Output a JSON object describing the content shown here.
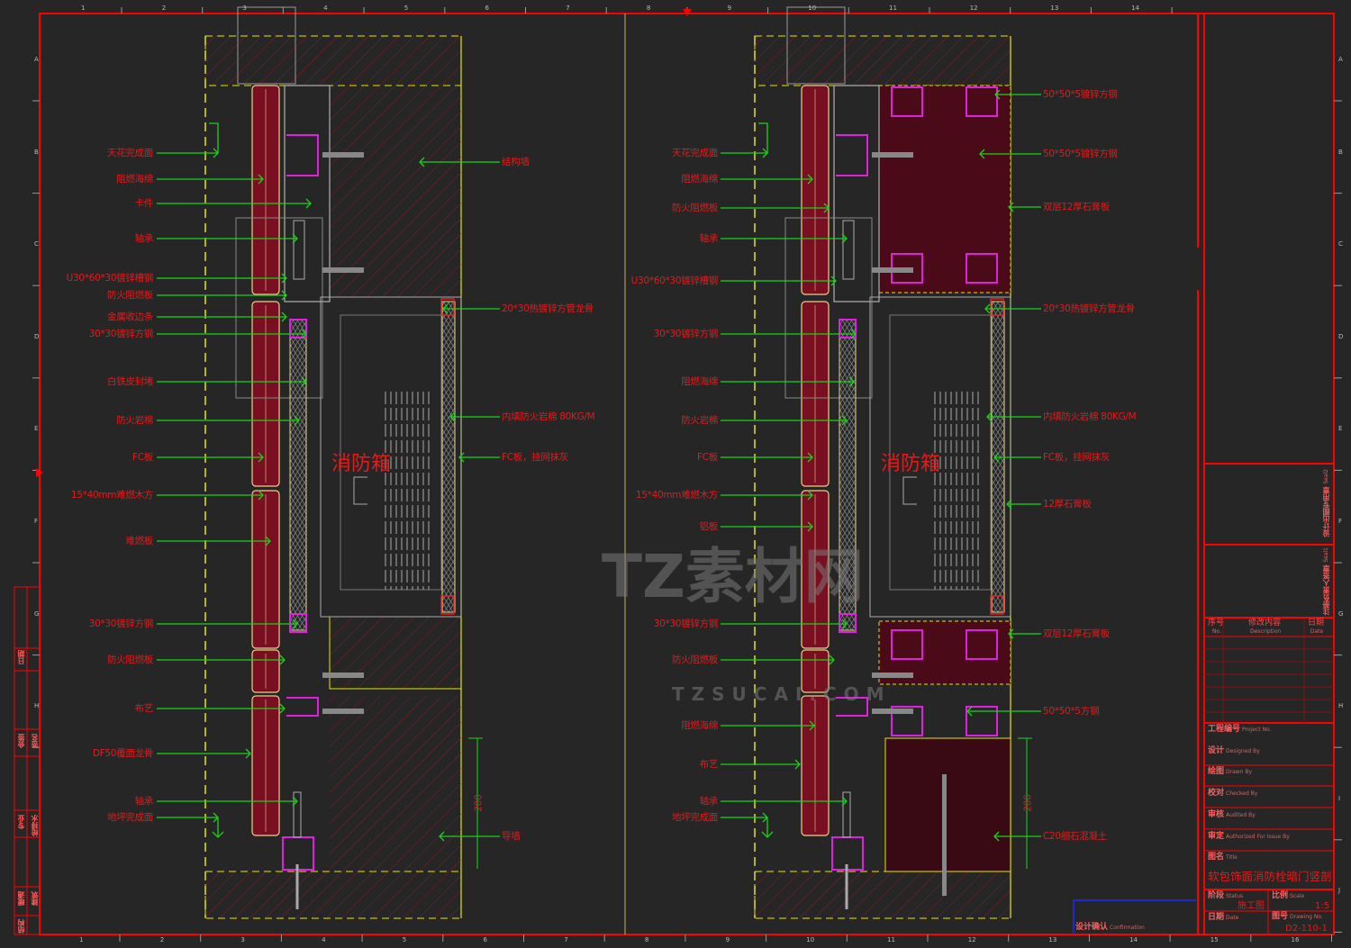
{
  "grid": {
    "top_numbers": [
      "1",
      "2",
      "3",
      "4",
      "5",
      "6",
      "7",
      "8",
      "9",
      "10",
      "11",
      "12",
      "13",
      "14"
    ],
    "bottom_numbers": [
      "1",
      "2",
      "3",
      "4",
      "5",
      "6",
      "7",
      "8",
      "9",
      "10",
      "11",
      "12",
      "13",
      "14",
      "15",
      "16"
    ],
    "left_letters": [
      "A",
      "B",
      "C",
      "D",
      "E",
      "F",
      "G",
      "H"
    ],
    "right_letters": [
      "A",
      "B",
      "C",
      "D",
      "E",
      "F",
      "G",
      "H",
      "I",
      "J"
    ]
  },
  "left_section": {
    "box_label": "消防箱",
    "dimension": "200",
    "left_labels": [
      "天花完成面",
      "阻燃海绵",
      "卡件",
      "轴承",
      "U30*60*30镀锌槽钢",
      "防火阻燃板",
      "金属收边条",
      "30*30镀锌方钢",
      "白铁皮封堵",
      "防火岩棉",
      "FC板",
      "15*40mm难燃木方",
      "难燃板",
      "30*30镀锌方钢",
      "防火阻燃板",
      "布艺",
      "DF50覆面龙骨",
      "轴承",
      "地坪完成面"
    ],
    "right_labels": [
      "结构墙",
      "20*30热镀锌方管龙骨",
      "内填防火岩棉  80KG/M",
      "FC板，挂网抹灰",
      "导墙"
    ]
  },
  "right_section": {
    "box_label": "消防箱",
    "dimension": "200",
    "left_labels": [
      "天花完成面",
      "阻燃海绵",
      "防火阻燃板",
      "轴承",
      "U30*60*30镀锌槽钢",
      "30*30镀锌方钢",
      "阻燃海绵",
      "防火岩棉",
      "FC板",
      "15*40mm难燃木方",
      "铝板",
      "30*30镀锌方钢",
      "防火阻燃板",
      "阻燃海绵",
      "布艺",
      "轴承",
      "地坪完成面"
    ],
    "right_labels": [
      "50*50*5镀锌方钢",
      "50*50*5镀锌方钢",
      "双层12厚石膏板",
      "20*30热镀锌方管龙骨",
      "内填防火岩棉  80KG/M",
      "FC板，挂网抹灰",
      "12厚石膏板",
      "双层12厚石膏板",
      "50*50*5方钢",
      "C20细石混凝土"
    ]
  },
  "watermark": {
    "brand": "TZ素材网",
    "url": "TZSUCAI.COM"
  },
  "seals": [
    "设计出图专用章",
    "注册负责人签章"
  ],
  "seal_tags": [
    "Seal2",
    "Seal1"
  ],
  "left_strip": [
    "日期",
    "会签",
    "签名",
    "专业",
    "给排水",
    "暖通",
    "建筑",
    "结构"
  ],
  "title_block": {
    "revision_headers": [
      {
        "cn": "序号",
        "en": "No."
      },
      {
        "cn": "修改内容",
        "en": "Description"
      },
      {
        "cn": "日期",
        "en": "Date"
      }
    ],
    "fields": [
      {
        "cn": "工程编号",
        "en": "Project No.",
        "value": ""
      },
      {
        "cn": "设计",
        "en": "Designed By",
        "value": ""
      },
      {
        "cn": "绘图",
        "en": "Drawn By",
        "value": ""
      },
      {
        "cn": "校对",
        "en": "Checked By",
        "value": ""
      },
      {
        "cn": "审核",
        "en": "Audited By",
        "value": ""
      },
      {
        "cn": "审定",
        "en": "Authorized For Issue By",
        "value": ""
      }
    ],
    "title_label": {
      "cn": "图名",
      "en": "Title"
    },
    "title": "软包饰面消防栓暗门竖剖",
    "status": {
      "cn": "阶段",
      "en": "Status",
      "value": "施工图"
    },
    "scale": {
      "cn": "比例",
      "en": "Scale",
      "value": "1:5"
    },
    "date": {
      "cn": "日期",
      "en": "Date",
      "value": ""
    },
    "drawing_no": {
      "cn": "图号",
      "en": "Drawing No.",
      "value": "D2-110-1"
    },
    "confirmation": {
      "cn": "设计确认",
      "en": "Confirmation"
    }
  },
  "colors": {
    "border": "#ff0000",
    "leader": "#19d419",
    "text": "#e21b1b",
    "outline": "#e6e600",
    "panel": "#7a0f22",
    "steel": "#e020e0",
    "background": "#262626"
  }
}
